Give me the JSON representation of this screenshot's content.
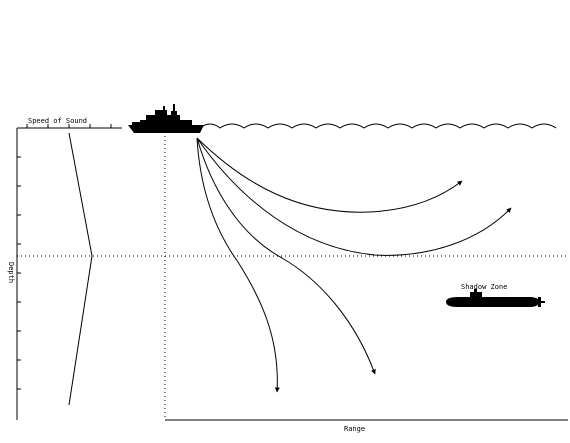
{
  "labels": {
    "speed_of_sound": "Speed of Sound",
    "depth": "Depth",
    "range": "Range",
    "shadow_zone": "Shadow Zone"
  },
  "colors": {
    "background": "#ffffff",
    "ink": "#000000"
  },
  "icons": [
    "surface-ship-icon",
    "submarine-icon"
  ]
}
